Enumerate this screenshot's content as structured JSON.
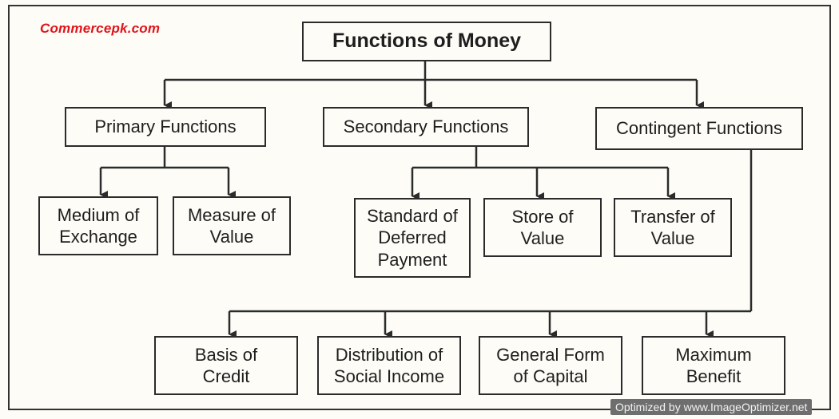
{
  "watermark": "Commercepk.com",
  "footer_watermark": "Optimized by www.ImageOptimizer.net",
  "colors": {
    "watermark": "#e0141b",
    "lines": "#2b2b2b",
    "background": "#fdfcf7"
  },
  "diagram": {
    "root": {
      "id": "root",
      "label": "Functions of Money"
    },
    "categories": [
      {
        "id": "primary",
        "label": "Primary Functions"
      },
      {
        "id": "secondary",
        "label": "Secondary Functions"
      },
      {
        "id": "contingent",
        "label": "Contingent Functions"
      }
    ],
    "leaves": [
      {
        "id": "medium",
        "parent": "primary",
        "label": "Medium of\nExchange"
      },
      {
        "id": "measure",
        "parent": "primary",
        "label": "Measure of\nValue"
      },
      {
        "id": "standard",
        "parent": "secondary",
        "label": "Standard of\nDeferred\nPayment"
      },
      {
        "id": "store",
        "parent": "secondary",
        "label": "Store of\nValue"
      },
      {
        "id": "transfer",
        "parent": "secondary",
        "label": "Transfer of\nValue"
      },
      {
        "id": "basis",
        "parent": "contingent",
        "label": "Basis of\nCredit"
      },
      {
        "id": "distribution",
        "parent": "contingent",
        "label": "Distribution of\nSocial Income"
      },
      {
        "id": "general",
        "parent": "contingent",
        "label": "General Form\nof  Capital"
      },
      {
        "id": "maximum",
        "parent": "contingent",
        "label": "Maximum\nBenefit"
      }
    ]
  }
}
